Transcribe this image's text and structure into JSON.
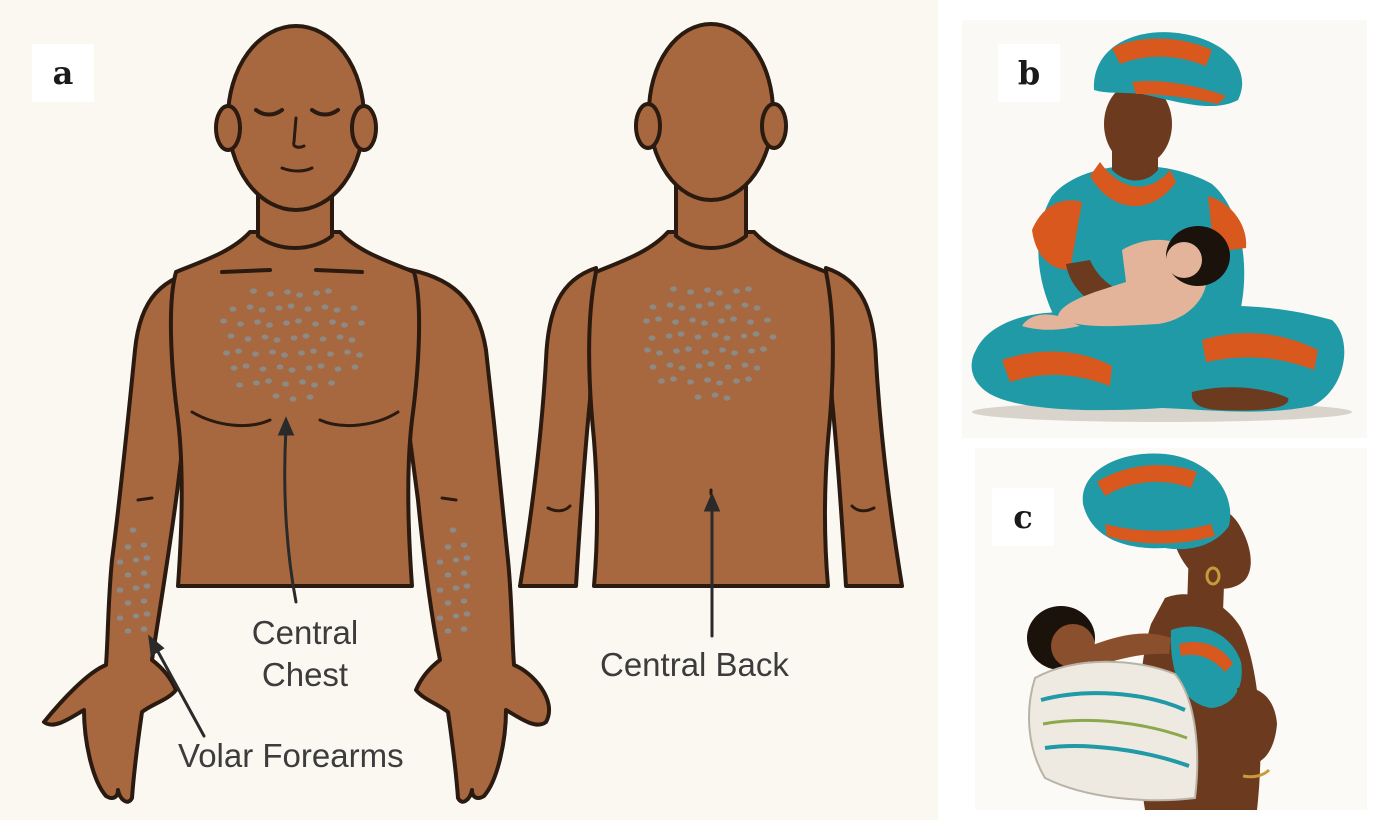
{
  "panels": {
    "a": {
      "letter": "a"
    },
    "b": {
      "letter": "b"
    },
    "c": {
      "letter": "c"
    }
  },
  "labels": {
    "central_chest_line1": "Central",
    "central_chest_line2": "Chest",
    "central_back": "Central Back",
    "volar_forearms": "Volar Forearms"
  },
  "colors": {
    "skin": "#a8683f",
    "outline": "#2a1a10",
    "rash_dots": "#8d8a86",
    "background": "#fbf8f2",
    "fabric_teal": "#1f9aa6",
    "fabric_orange": "#d9581e"
  }
}
